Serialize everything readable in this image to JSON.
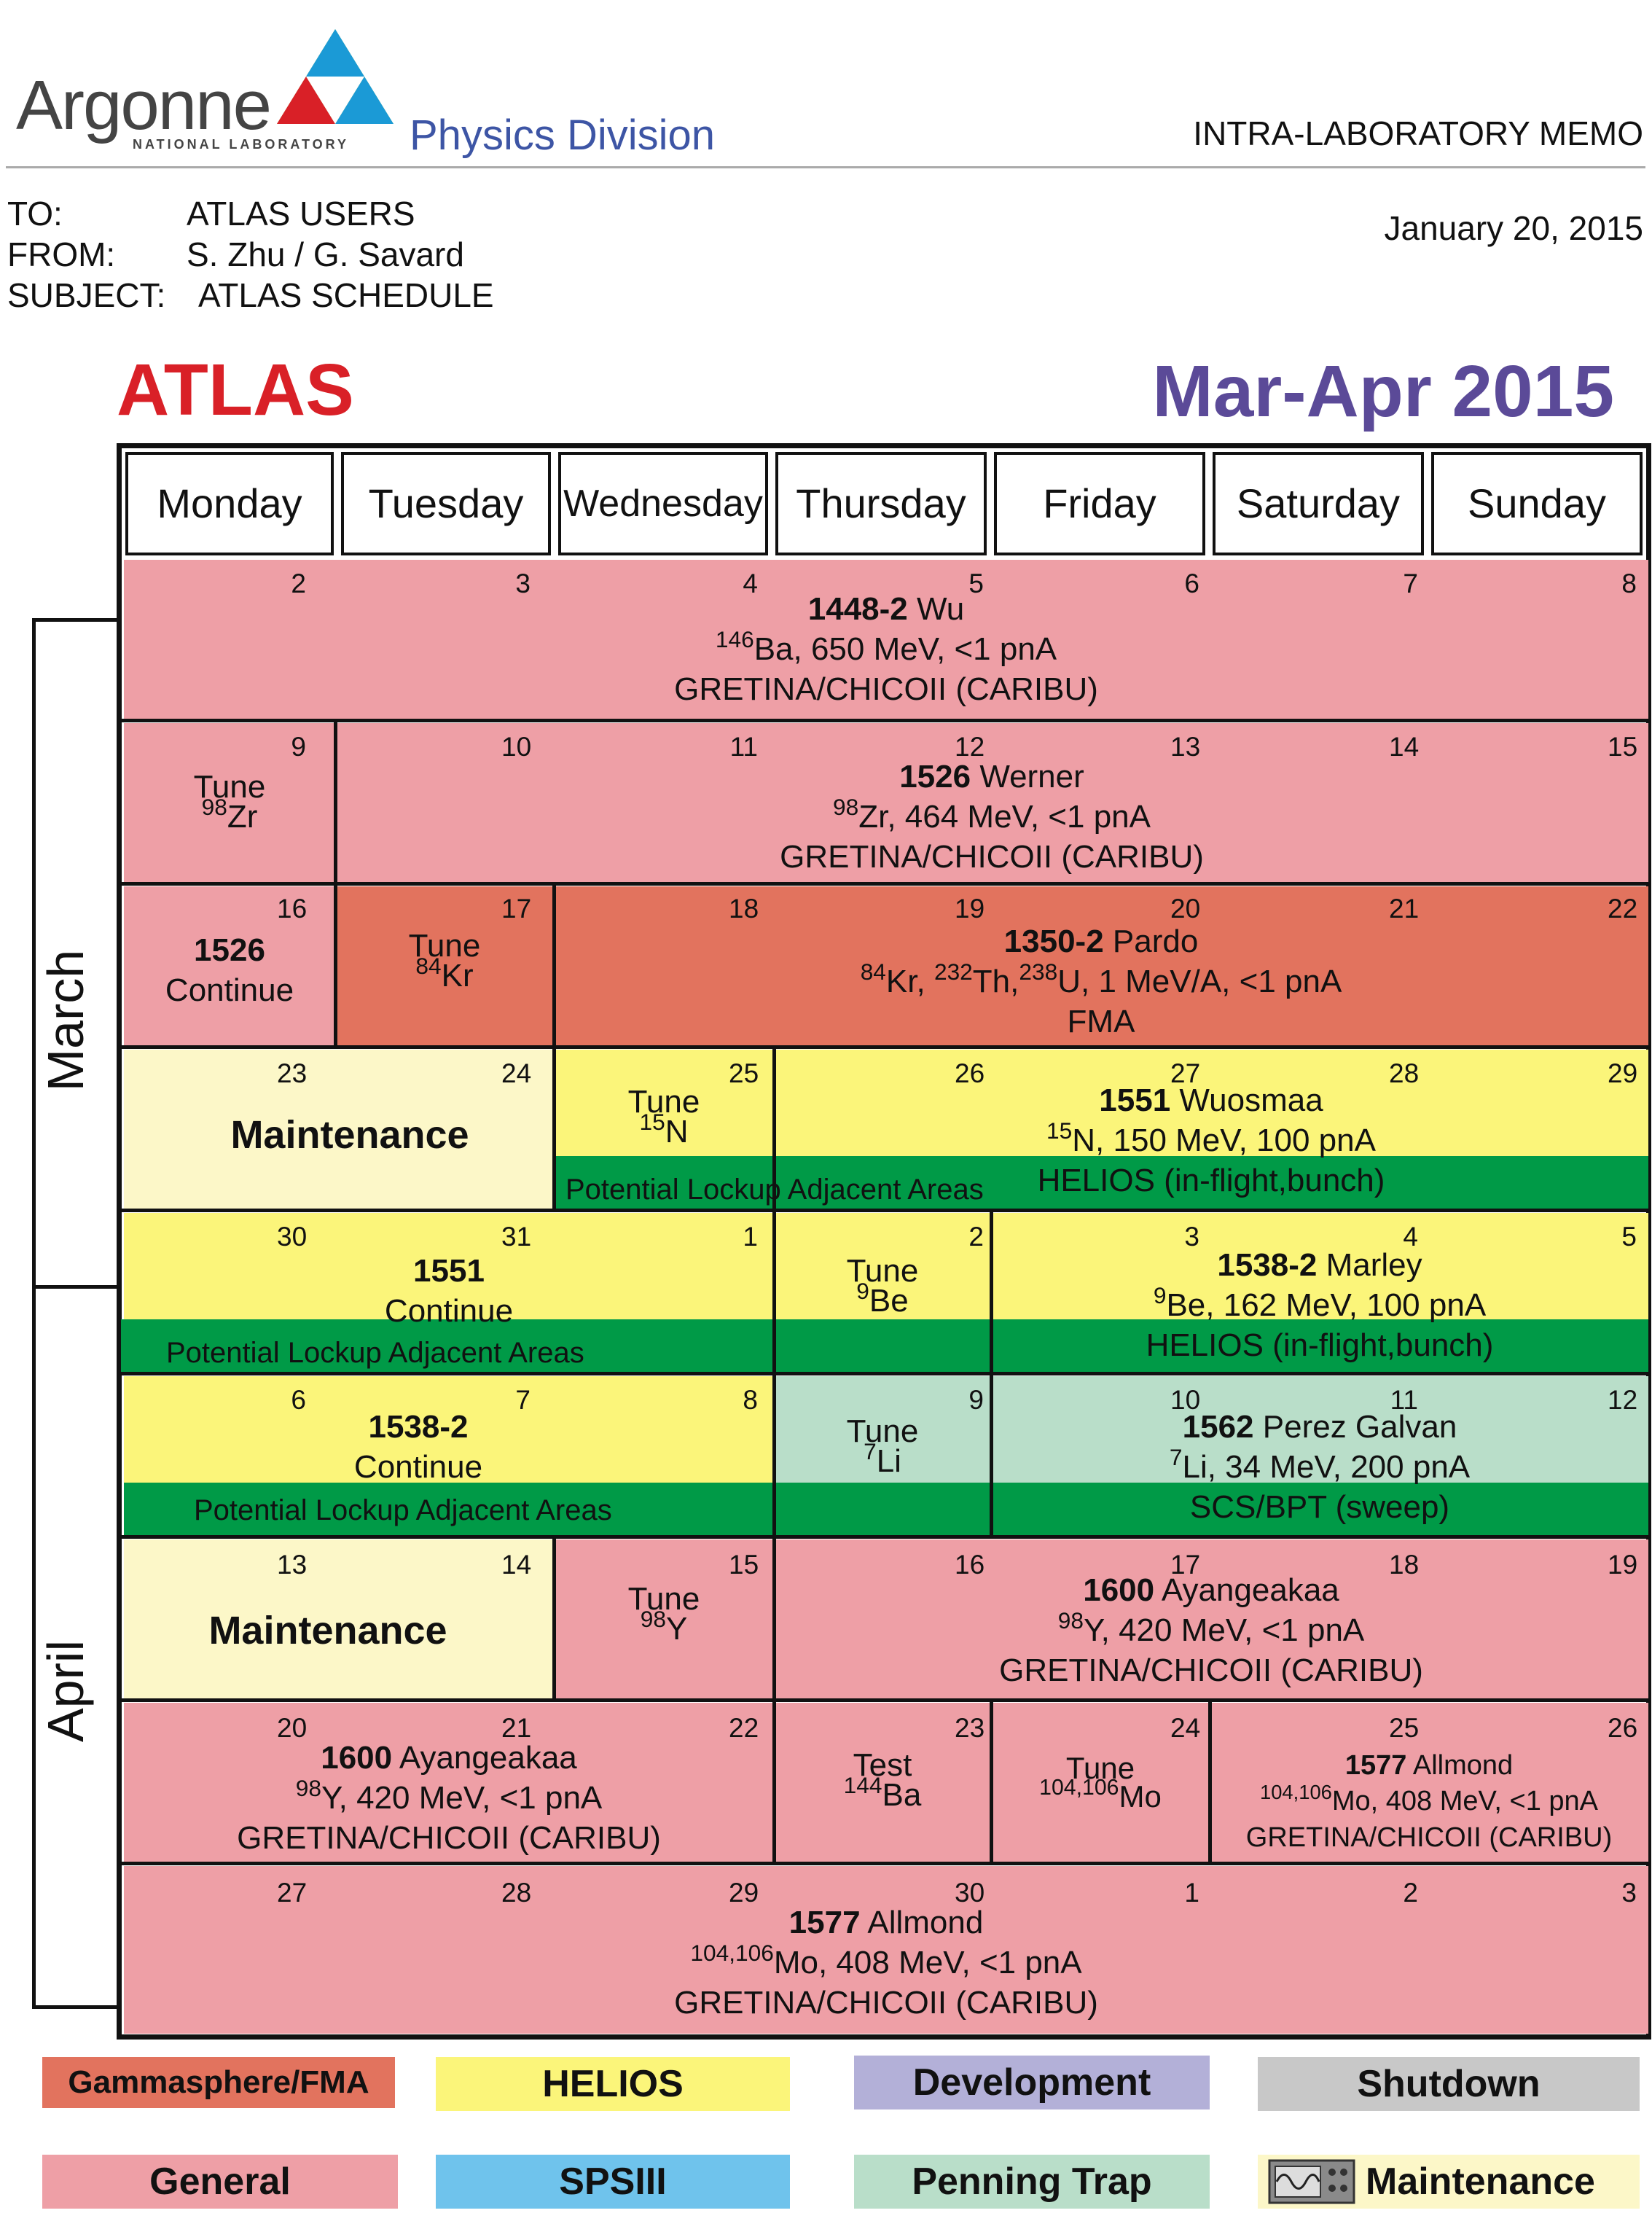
{
  "header": {
    "org_name": "Argonne",
    "org_sub": "NATIONAL LABORATORY",
    "division": "Physics Division",
    "memo_type": "INTRA-LABORATORY MEMO"
  },
  "memo": {
    "to_label": "TO:",
    "to": "ATLAS USERS",
    "from_label": "FROM:",
    "from": "S. Zhu / G. Savard",
    "subject_label": "SUBJECT:",
    "subject": "ATLAS SCHEDULE",
    "date": "January 20, 2015"
  },
  "calendar": {
    "title": "ATLAS",
    "period": "Mar-Apr 2015",
    "weekdays": [
      "Monday",
      "Tuesday",
      "Wednesday",
      "Thursday",
      "Friday",
      "Saturday",
      "Sunday"
    ],
    "months": [
      "March",
      "April"
    ]
  },
  "days": {
    "r1": [
      "2",
      "3",
      "4",
      "5",
      "6",
      "7",
      "8"
    ],
    "r2": [
      "9",
      "10",
      "11",
      "12",
      "13",
      "14",
      "15"
    ],
    "r3": [
      "16",
      "17",
      "18",
      "19",
      "20",
      "21",
      "22"
    ],
    "r4": [
      "23",
      "24",
      "25",
      "26",
      "27",
      "28",
      "29"
    ],
    "r5": [
      "30",
      "31",
      "1",
      "2",
      "3",
      "4",
      "5"
    ],
    "r6": [
      "6",
      "7",
      "8",
      "9",
      "10",
      "11",
      "12"
    ],
    "r7": [
      "13",
      "14",
      "15",
      "16",
      "17",
      "18",
      "19"
    ],
    "r8": [
      "20",
      "21",
      "22",
      "23",
      "24",
      "25",
      "26"
    ],
    "r9": [
      "27",
      "28",
      "29",
      "30",
      "1",
      "2",
      "3"
    ]
  },
  "blocks": {
    "b1": {
      "id": "1448-2",
      "pi": "Wu",
      "mass": "146",
      "beam": "Ba, 650 MeV, <1 pnA",
      "setup": "GRETINA/CHICOII (CARIBU)"
    },
    "b2t": {
      "label": "Tune",
      "mass": "98",
      "el": "Zr"
    },
    "b2": {
      "id": "1526",
      "pi": "Werner",
      "mass": "98",
      "beam": "Zr, 464 MeV, <1 pnA",
      "setup": "GRETINA/CHICOII (CARIBU)"
    },
    "b3a": {
      "id": "1526",
      "note": "Continue"
    },
    "b3t": {
      "label": "Tune",
      "mass": "84",
      "el": "Kr"
    },
    "b3": {
      "id": "1350-2",
      "pi": "Pardo",
      "m1": "84",
      "e1": "Kr, ",
      "m2": "232",
      "e2": "Th,",
      "m3": "238",
      "e3": "U, 1 MeV/A, <1 pnA",
      "setup": "FMA"
    },
    "b4m": {
      "label": "Maintenance"
    },
    "b4t": {
      "label": "Tune",
      "mass": "15",
      "el": "N"
    },
    "b4": {
      "id": "1551",
      "pi": "Wuosmaa",
      "mass": "15",
      "beam": "N, 150 MeV, 100 pnA",
      "setup": "HELIOS (in-flight,bunch)"
    },
    "lockup": "Potential Lockup Adjacent Areas",
    "b5a": {
      "id": "1551",
      "note": "Continue"
    },
    "b5t": {
      "label": "Tune",
      "mass": "9",
      "el": "Be"
    },
    "b5": {
      "id": "1538-2",
      "pi": "Marley",
      "mass": "9",
      "beam": "Be, 162 MeV, 100 pnA",
      "setup": "HELIOS (in-flight,bunch)"
    },
    "b6a": {
      "id": "1538-2",
      "note": "Continue"
    },
    "b6t": {
      "label": "Tune",
      "mass": "7",
      "el": "Li"
    },
    "b6": {
      "id": "1562",
      "pi": "Perez Galvan",
      "mass": "7",
      "beam": "Li, 34 MeV, 200 pnA",
      "setup": "SCS/BPT (sweep)"
    },
    "b7m": {
      "label": "Maintenance"
    },
    "b7t": {
      "label": "Tune",
      "mass": "98",
      "el": "Y"
    },
    "b7": {
      "id": "1600",
      "pi": "Ayangeakaa",
      "mass": "98",
      "beam": "Y, 420 MeV, <1 pnA",
      "setup": "GRETINA/CHICOII (CARIBU)"
    },
    "b8a": {
      "id": "1600",
      "pi": "Ayangeakaa",
      "mass": "98",
      "beam": "Y, 420 MeV, <1 pnA",
      "setup": "GRETINA/CHICOII (CARIBU)"
    },
    "b8test": {
      "label": "Test",
      "mass": "144",
      "el": "Ba"
    },
    "b8t": {
      "label": "Tune",
      "mass": "104,106",
      "el": "Mo"
    },
    "b8b": {
      "id": "1577",
      "pi": "Allmond",
      "mass": "104,106",
      "beam": "Mo, 408 MeV, <1 pnA",
      "setup": "GRETINA/CHICOII (CARIBU)"
    },
    "b9": {
      "id": "1577",
      "pi": "Allmond",
      "mass": "104,106",
      "beam": "Mo, 408 MeV, <1 pnA",
      "setup": "GRETINA/CHICOII (CARIBU)"
    }
  },
  "legend": [
    "Gammasphere/FMA",
    "HELIOS",
    "Development",
    "Shutdown",
    "General",
    "SPSIII",
    "Penning Trap",
    "Maintenance"
  ],
  "colors": {
    "general": "#ee9fa6",
    "gammasphere": "#e2735e",
    "helios": "#fbf57a",
    "maintenance": "#fcf7c8",
    "penning": "#b9dec9",
    "lockup": "#009a47",
    "development": "#b3b0d8",
    "shutdown": "#c8c8c8",
    "spsiii": "#6fc3ec",
    "title_red": "#d92027",
    "title_purple": "#5b4a98"
  }
}
